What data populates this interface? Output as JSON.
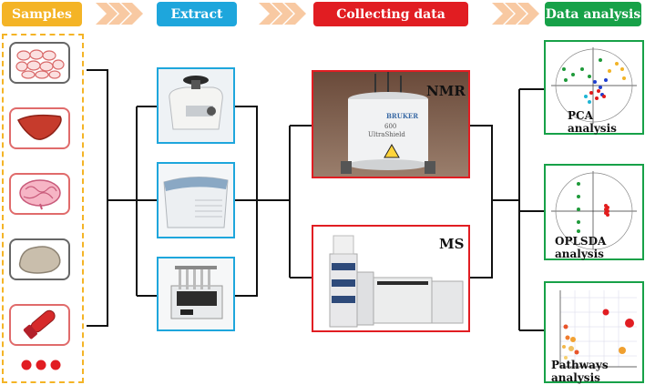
{
  "headers": {
    "samples": "Samples",
    "extract": "Extract",
    "collecting": "Collecting data",
    "analysis": "Data analysis"
  },
  "instruments": {
    "nmr_label": "NMR",
    "nmr_magnet_brand": "BRUKER",
    "nmr_magnet_model": "600",
    "nmr_magnet_name": "UltraShield",
    "ms_label": "MS"
  },
  "analysis": {
    "pca_title": "PCA analysis",
    "oplsda_title": "OPLSDA analysis",
    "pathways_title": "Pathways analysis"
  },
  "samples": {
    "items": [
      "cells",
      "liver",
      "brain",
      "tissue",
      "blood",
      "more"
    ]
  },
  "colors": {
    "samples_header": "#f4b426",
    "extract_header": "#1ea6dc",
    "collecting_header": "#e11d22",
    "analysis_header": "#17a148",
    "chevron": "#f8c9a2"
  }
}
